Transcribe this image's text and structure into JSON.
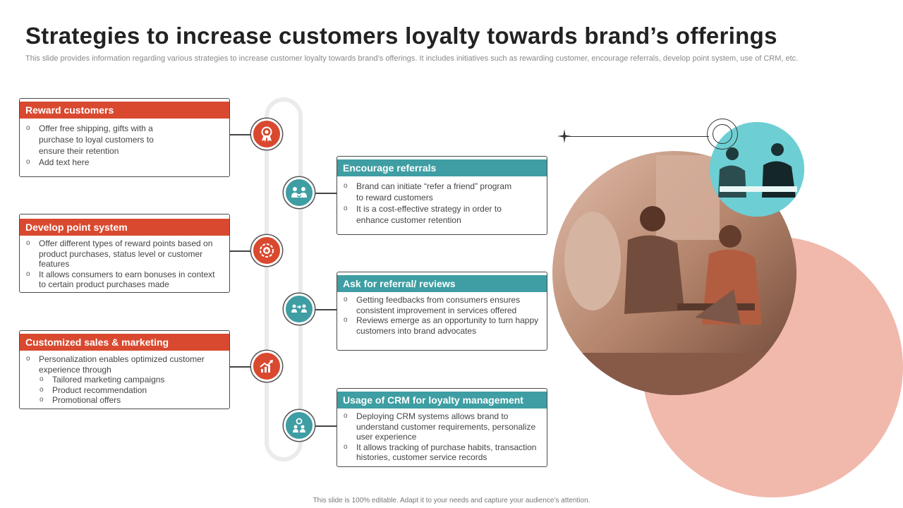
{
  "title": "Strategies to increase customers loyalty towards brand’s offerings",
  "subtitle": "This slide provides information regarding various strategies to increase customer loyalty towards brand’s offerings. It includes initiatives such as rewarding customer, encourage referrals, develop point system, use of CRM,  etc.",
  "footer": "This slide is 100% editable. Adapt it to your needs and capture your audience’s attention.",
  "colors": {
    "accent_red": "#d9492f",
    "accent_teal": "#3e9ea3",
    "blush": "#f1b8ac"
  },
  "left_cards": [
    {
      "title": "Reward customers",
      "icon": "award-ribbon-icon",
      "bullets": [
        "Offer free  shipping, gifts with  a",
        "purchase to loyal customers to",
        "ensure  their retention",
        "Add text here"
      ]
    },
    {
      "title": "Develop point system",
      "icon": "reward-points-icon",
      "bullets": [
        "Offer different types of reward points based on product purchases, status level or customer features",
        "It allows consumers to earn bonuses in context to certain product purchases made"
      ]
    },
    {
      "title": "Customized sales & marketing",
      "icon": "growth-chart-icon",
      "bullets": [
        "Personalization enables optimized customer experience through"
      ],
      "sub_bullets": [
        "Tailored marketing campaigns",
        "Product recommendation",
        "Promotional offers"
      ]
    }
  ],
  "right_cards": [
    {
      "title": "Encourage referrals",
      "icon": "handshake-people-icon",
      "bullets": [
        "Brand  can initiate  “refer  a friend”  program",
        "to reward  customers",
        "It is a cost-effective  strategy in order to",
        "enhance customer retention"
      ]
    },
    {
      "title": "Ask for referral/ reviews",
      "icon": "referral-exchange-icon",
      "bullets": [
        "Getting feedbacks from consumers ensures consistent improvement in services offered",
        "Reviews emerge as an opportunity to turn happy customers into brand advocates"
      ]
    },
    {
      "title": "Usage of CRM for loyalty management",
      "icon": "crm-network-icon",
      "bullets": [
        "Deploying CRM systems allows brand to understand customer requirements, personalize user experience",
        "It allows tracking of purchase habits, transaction histories, customer service records"
      ]
    }
  ],
  "images": [
    {
      "name": "students-with-laptops-photo",
      "tint": "sepia"
    },
    {
      "name": "business-meeting-photo",
      "tint": "teal"
    }
  ]
}
